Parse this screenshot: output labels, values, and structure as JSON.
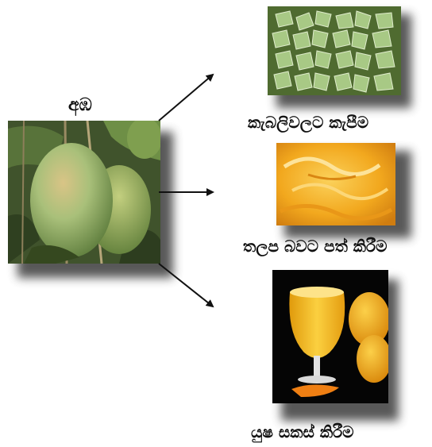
{
  "source": {
    "label": "අඹ"
  },
  "outputs": [
    {
      "label": "කැබලිවලට කැපීම"
    },
    {
      "label": "තලප බවට පත් කිරීම"
    },
    {
      "label": "යුෂ සකස් කිරීම"
    }
  ],
  "colors": {
    "arrow": "#111111",
    "mango_green": "#8fb26a",
    "pulp_orange": "#f2a21c",
    "juice_yellow": "#f3b414",
    "shadow": "#3a3a3a"
  }
}
